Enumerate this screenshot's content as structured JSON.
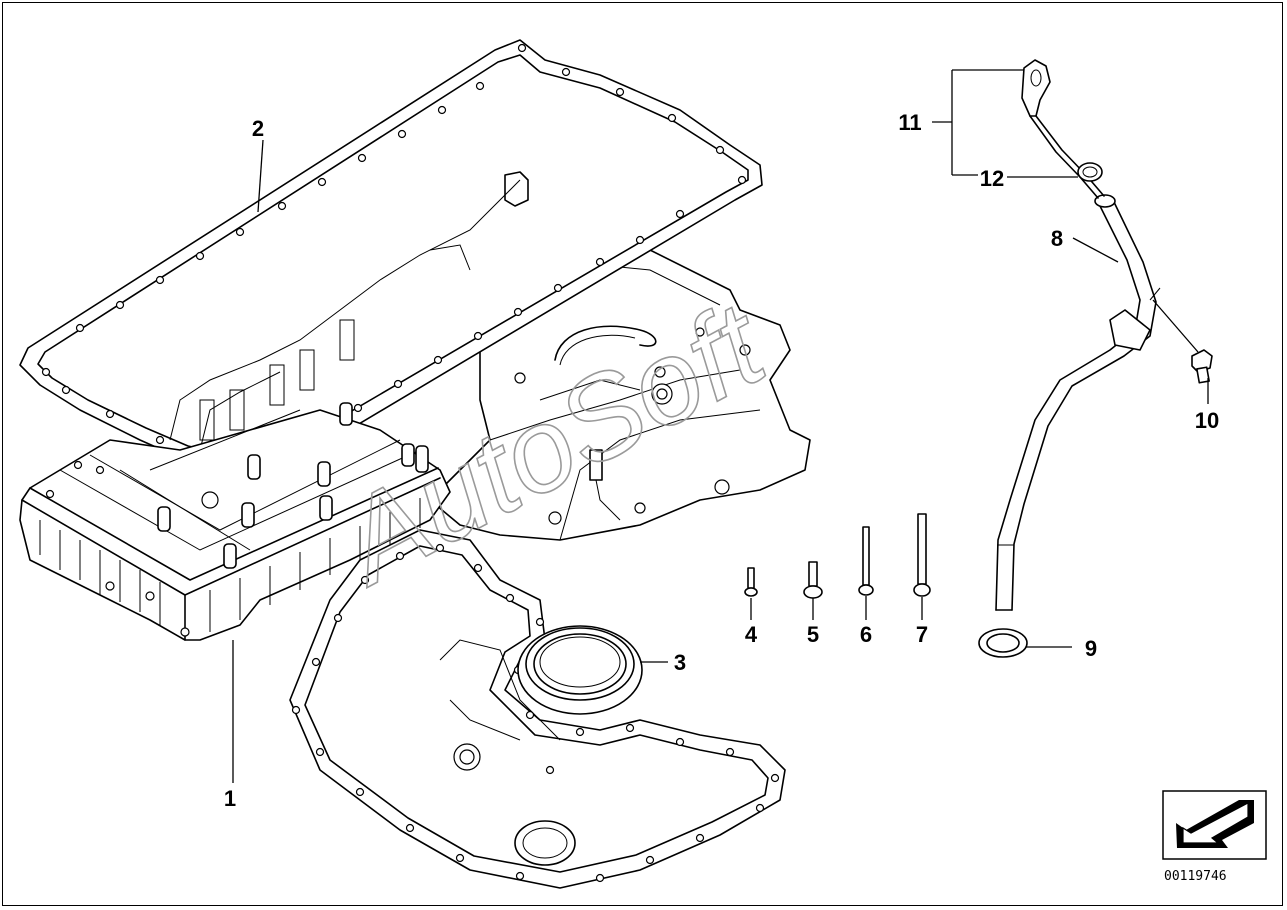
{
  "diagram": {
    "watermark": "AutoSoft",
    "reference_number": "00119746",
    "callouts": [
      {
        "id": "1",
        "label": "1"
      },
      {
        "id": "2",
        "label": "2"
      },
      {
        "id": "3",
        "label": "3"
      },
      {
        "id": "4",
        "label": "4"
      },
      {
        "id": "5",
        "label": "5"
      },
      {
        "id": "6",
        "label": "6"
      },
      {
        "id": "7",
        "label": "7"
      },
      {
        "id": "8",
        "label": "8"
      },
      {
        "id": "9",
        "label": "9"
      },
      {
        "id": "10",
        "label": "10"
      },
      {
        "id": "11",
        "label": "11"
      },
      {
        "id": "12",
        "label": "12"
      }
    ],
    "colors": {
      "line": "#000000",
      "watermark": "#9a9a9a",
      "background": "#ffffff"
    },
    "nav_icon": "arrow-down-left-icon"
  }
}
